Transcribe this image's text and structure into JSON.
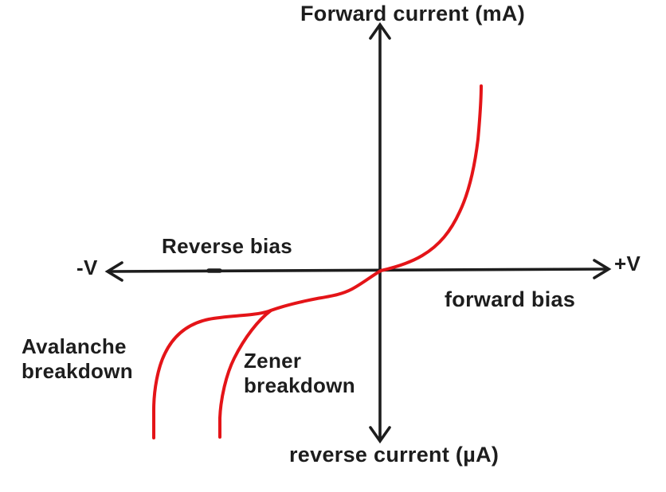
{
  "diagram": {
    "title": "Forward current (mA)",
    "axes": {
      "y_top_label": "Forward current (mA)",
      "y_bottom_label": "reverse current (µA)",
      "x_left_label": "-V",
      "x_right_label": "+V"
    },
    "regions": {
      "reverse_bias_label": "Reverse bias",
      "forward_bias_label": "forward bias"
    },
    "annotations": {
      "avalanche_line1": "Avalanche",
      "avalanche_line2": "breakdown",
      "zener_line1": "Zener",
      "zener_line2": "breakdown"
    },
    "colors": {
      "curve": "#e41418",
      "axis": "#1d1d1d",
      "text": "#1d1d1d",
      "background": "#ffffff"
    }
  }
}
